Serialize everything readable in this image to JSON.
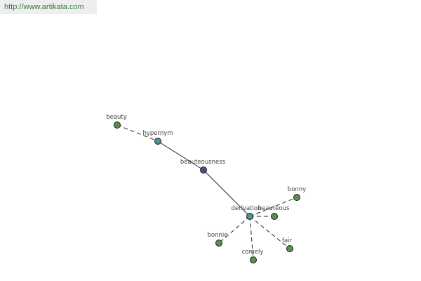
{
  "site": {
    "url_text": "http://www.artikata.com"
  },
  "graph": {
    "colors": {
      "word": "#5a8f4e",
      "relation": "#4f9294",
      "root": "#4d4f8f"
    },
    "nodes": [
      {
        "id": "beauty",
        "label": "beauty",
        "kind": "word"
      },
      {
        "id": "hypernym",
        "label": "hypernym",
        "kind": "relation"
      },
      {
        "id": "beauteousness",
        "label": "beauteousness",
        "kind": "root"
      },
      {
        "id": "derivation",
        "label": "derivation",
        "kind": "relation"
      },
      {
        "id": "beauteous",
        "label": "beauteous",
        "kind": "word"
      },
      {
        "id": "bonny",
        "label": "bonny",
        "kind": "word"
      },
      {
        "id": "bonnie",
        "label": "bonnie",
        "kind": "word"
      },
      {
        "id": "comely",
        "label": "comely",
        "kind": "word"
      },
      {
        "id": "fair",
        "label": "fair",
        "kind": "word"
      }
    ],
    "edges": [
      {
        "from": "beauty",
        "to": "hypernym",
        "style": "dashed"
      },
      {
        "from": "hypernym",
        "to": "beauteousness",
        "style": "solid"
      },
      {
        "from": "beauteousness",
        "to": "derivation",
        "style": "solid"
      },
      {
        "from": "derivation",
        "to": "beauteous",
        "style": "dashed"
      },
      {
        "from": "derivation",
        "to": "bonny",
        "style": "dashed"
      },
      {
        "from": "derivation",
        "to": "bonnie",
        "style": "dashed"
      },
      {
        "from": "derivation",
        "to": "comely",
        "style": "dashed"
      },
      {
        "from": "derivation",
        "to": "fair",
        "style": "dashed"
      }
    ]
  }
}
